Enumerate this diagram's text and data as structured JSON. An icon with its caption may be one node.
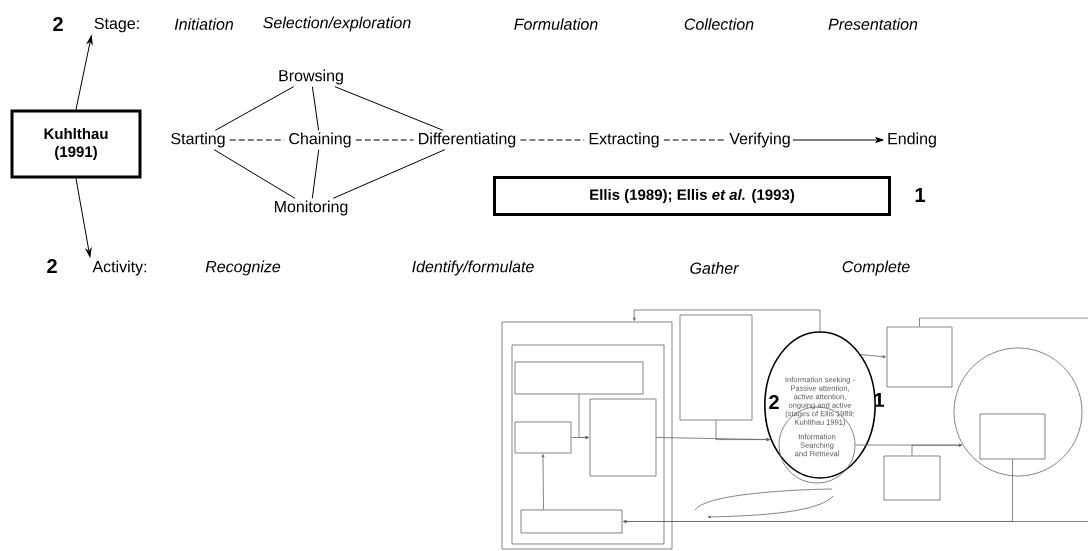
{
  "diagram": {
    "nodes": [
      {
        "text": [
          "Kuhlthau (1991)"
        ]
      },
      {
        "text": [
          "Stage:"
        ]
      },
      {
        "text": [
          "Activity:"
        ]
      },
      {
        "text": [
          "Starting"
        ]
      },
      {
        "text": [
          "Browsing"
        ]
      },
      {
        "text": [
          "Chaining"
        ]
      },
      {
        "text": [
          "Monitoring"
        ]
      },
      {
        "text": [
          "Differentiating"
        ]
      },
      {
        "text": [
          "Extracting"
        ]
      },
      {
        "text": [
          "Verifying"
        ]
      },
      {
        "text": [
          "Ending"
        ]
      },
      {
        "text": [
          "Ellis (1989); Ellis *et al.* (1993)"
        ]
      },
      {
        "text": [],
        "shape": "box"
      },
      {
        "text": [],
        "shape": "box",
        "in": 12
      },
      {
        "text": [],
        "shape": "box",
        "in": 13
      },
      {
        "text": [],
        "shape": "box",
        "in": 13
      },
      {
        "text": [],
        "shape": "box",
        "in": 13
      },
      {
        "text": [],
        "shape": "box",
        "in": 13
      },
      {
        "text": [],
        "shape": "box"
      },
      {
        "text": [
          "Information seeking - Passive attention, active attention, ongoing and active (stages of Ellis 1989; Kuhlthau 1991)"
        ]
      },
      {
        "text": [
          "Information Searching and Retrieval"
        ],
        "in": 19
      },
      {
        "text": [],
        "shape": "box"
      },
      {
        "text": [],
        "shape": "circle"
      },
      {
        "text": [],
        "shape": "box",
        "in": 22
      },
      {
        "text": [],
        "shape": "box"
      }
    ],
    "edges": [
      {
        "from": 0,
        "to": 1,
        "arrow": "to"
      },
      {
        "from": 0,
        "to": 2,
        "arrow": "to"
      },
      {
        "from": 3,
        "to": 4,
        "arrow": "none"
      },
      {
        "from": 3,
        "to": 6,
        "arrow": "none"
      },
      {
        "from": 3,
        "to": 5,
        "arrow": "none",
        "style": "dashed"
      },
      {
        "from": 4,
        "to": 5,
        "arrow": "none"
      },
      {
        "from": 5,
        "to": 6,
        "arrow": "none"
      },
      {
        "from": 5,
        "to": 7,
        "arrow": "none",
        "style": "dashed"
      },
      {
        "from": 4,
        "to": 7,
        "arrow": "none"
      },
      {
        "from": 6,
        "to": 7,
        "arrow": "none"
      },
      {
        "from": 7,
        "to": 8,
        "arrow": "none",
        "style": "dashed"
      },
      {
        "from": 8,
        "to": 9,
        "arrow": "none",
        "style": "dashed"
      },
      {
        "from": 9,
        "to": 10,
        "arrow": "to"
      },
      {
        "from": 14,
        "to": 16,
        "arrow": "to",
        "color": "#666666"
      },
      {
        "from": 15,
        "to": 16,
        "arrow": "to",
        "color": "#666666"
      },
      {
        "from": 17,
        "to": 15,
        "arrow": "to",
        "color": "#666666"
      },
      {
        "from": 16,
        "to": 19,
        "arrow": "to",
        "color": "#666666"
      },
      {
        "from": 18,
        "to": 19,
        "arrow": "to",
        "color": "#666666"
      },
      {
        "from": 19,
        "to": 12,
        "arrow": "to",
        "color": "#666666"
      },
      {
        "from": 19,
        "to": 21,
        "arrow": "to",
        "color": "#666666"
      },
      {
        "from": 20,
        "to": 22,
        "arrow": "to",
        "color": "#666666"
      },
      {
        "from": 24,
        "to": 22,
        "arrow": "to",
        "color": "#666666"
      },
      {
        "from": 21,
        "to": null,
        "arrow": "none",
        "color": "#666666"
      },
      {
        "from": 23,
        "to": 17,
        "arrow": "to",
        "color": "#666666"
      },
      {
        "from": null,
        "to": 17,
        "arrow": "to",
        "color": "#666666"
      }
    ],
    "labels": [
      "2",
      "Initiation",
      "Selection/exploration",
      "Formulation",
      "Collection",
      "Presentation",
      "1",
      "2",
      "Recognize",
      "Identify/formulate",
      "Gather",
      "Complete",
      "2",
      "1"
    ]
  }
}
